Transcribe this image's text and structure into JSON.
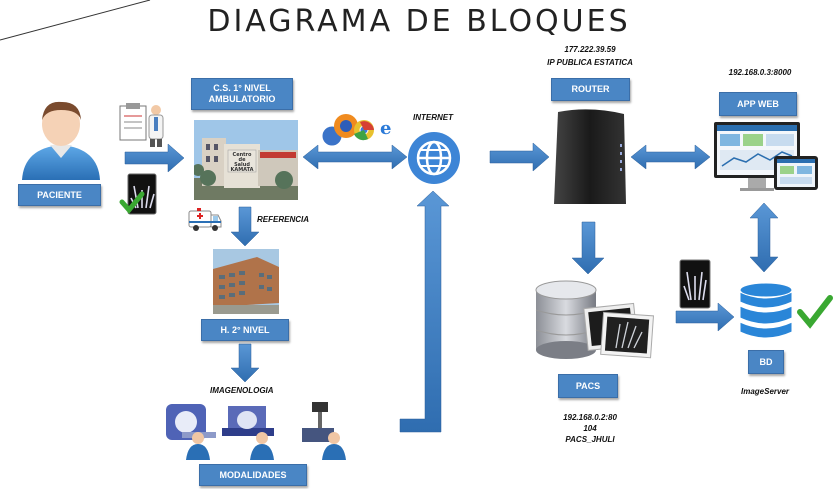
{
  "title": "DIAGRAMA DE BLOQUES",
  "nodes": {
    "paciente": "PACIENTE",
    "cs_line1": "C.S. 1° NIVEL",
    "cs_line2": "AMBULATORIO",
    "h2": "H. 2° NIVEL",
    "modalidades": "MODALIDADES",
    "router": "ROUTER",
    "app_web": "APP WEB",
    "pacs": "PACS",
    "bd": "BD"
  },
  "labels": {
    "referencia": "REFERENCIA",
    "imagenologia": "IMAGENOLOGIA",
    "internet": "INTERNET",
    "image_server": "ImageServer",
    "building_sign_1": "Centro",
    "building_sign_2": "de",
    "building_sign_3": "Salud",
    "building_sign_4": "KAMATA"
  },
  "router_info": {
    "ip": "177.222.39.59",
    "type": "IP PUBLICA ESTATICA"
  },
  "app_web_ip": "192.168.0.3:8000",
  "pacs_info": {
    "ip": "192.168.0.2:80",
    "port": "104",
    "ae_title": "PACS_JHULI"
  },
  "colors": {
    "box_fill": "#4a86c5",
    "arrow": "#3d7cc2",
    "check": "#3aa832"
  }
}
